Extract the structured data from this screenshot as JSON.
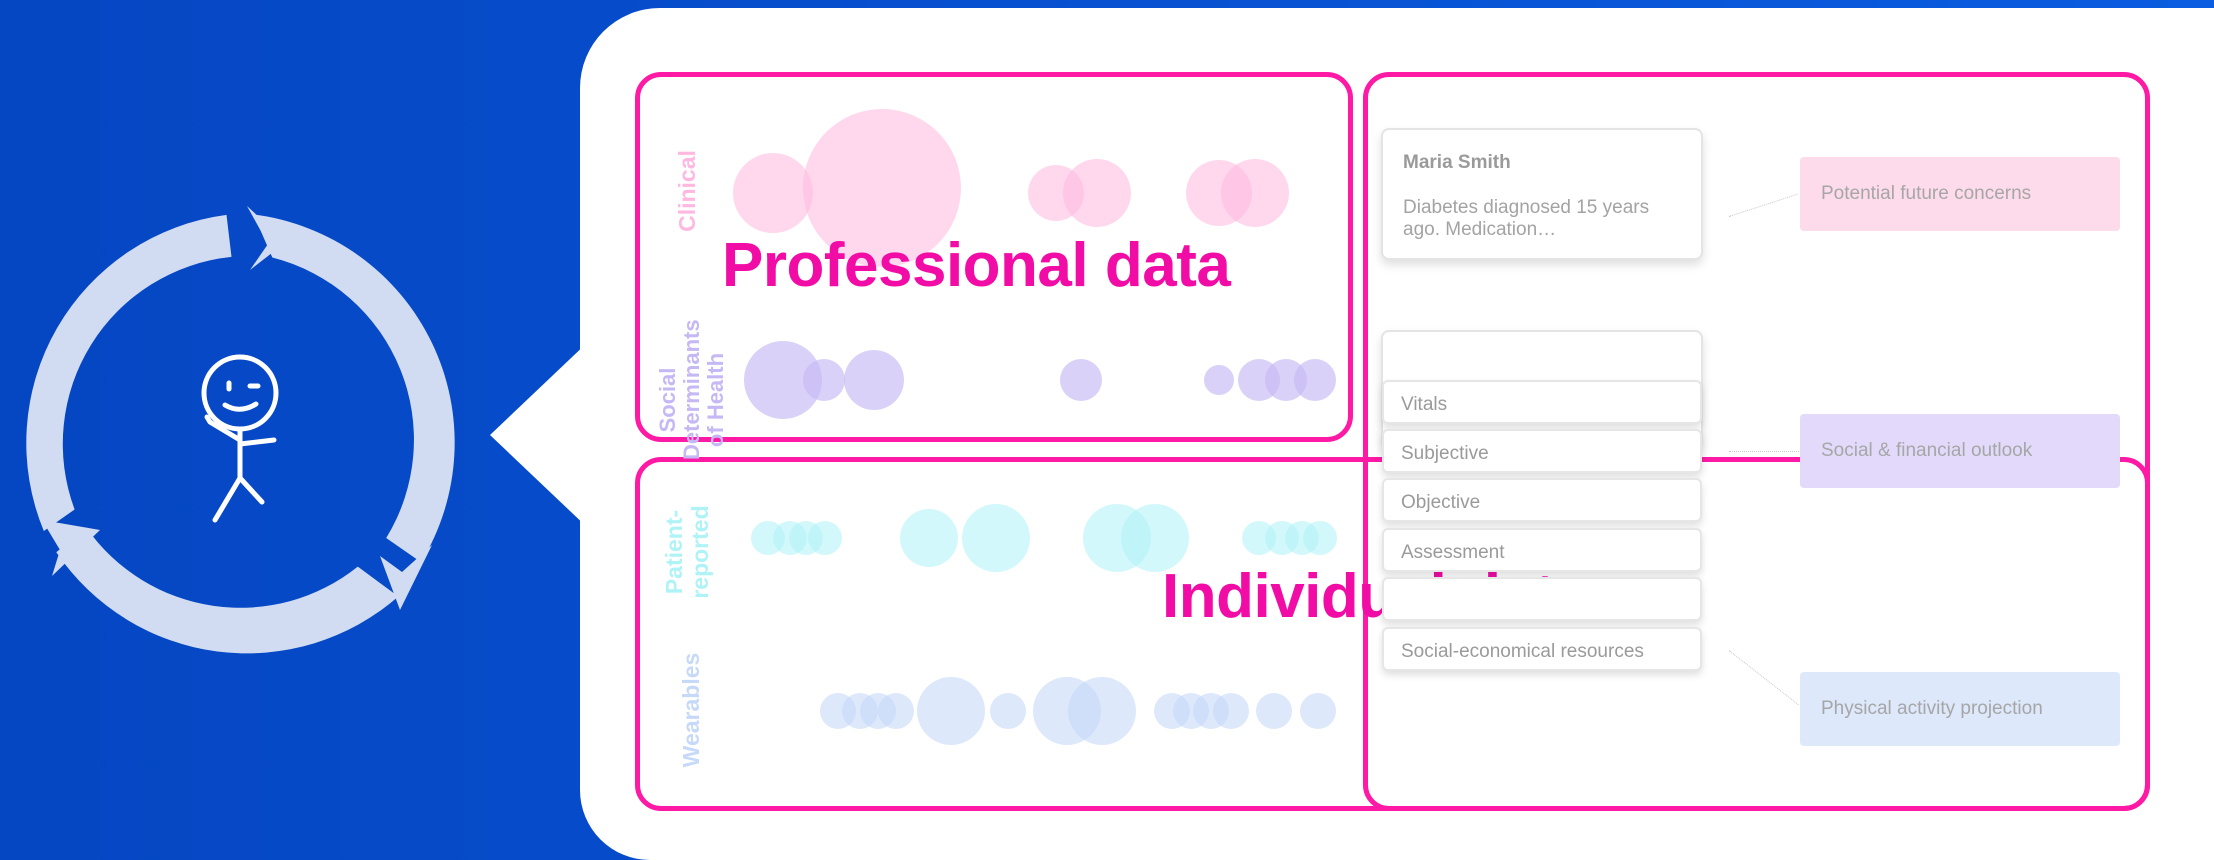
{
  "colors": {
    "background": "#0650d0",
    "panel": "#ffffff",
    "frame": "#ff1aa5",
    "clinical": "#ffb8e0",
    "social": "#c6b8f5",
    "patient": "#aff3f7",
    "wearables": "#c7d9f8",
    "cycle": "#d1dcf2"
  },
  "icons": {
    "cycle": "cycle-arrows-icon",
    "person": "stick-figure-icon"
  },
  "groups": {
    "professional": {
      "label": "Professional data"
    },
    "individual": {
      "label": "Individual data"
    }
  },
  "rows": {
    "clinical": "Clinical",
    "social": "Social Determinants of Health",
    "patient": "Patient-reported",
    "wearables": "Wearables"
  },
  "patient_card": {
    "name": "Maria Smith",
    "summary": "Diabetes diagnosed 15 years ago. Medication…"
  },
  "record_sections": [
    "Vitals",
    "Subjective",
    "Objective",
    "Assessment",
    "",
    "Social-economical resources"
  ],
  "outcomes": [
    {
      "label": "Potential future concerns",
      "color": "#fedbeb"
    },
    {
      "label": "Social & financial outlook",
      "color": "#e3dafb"
    },
    {
      "label": "Physical activity projection",
      "color": "#dde8fb"
    }
  ]
}
